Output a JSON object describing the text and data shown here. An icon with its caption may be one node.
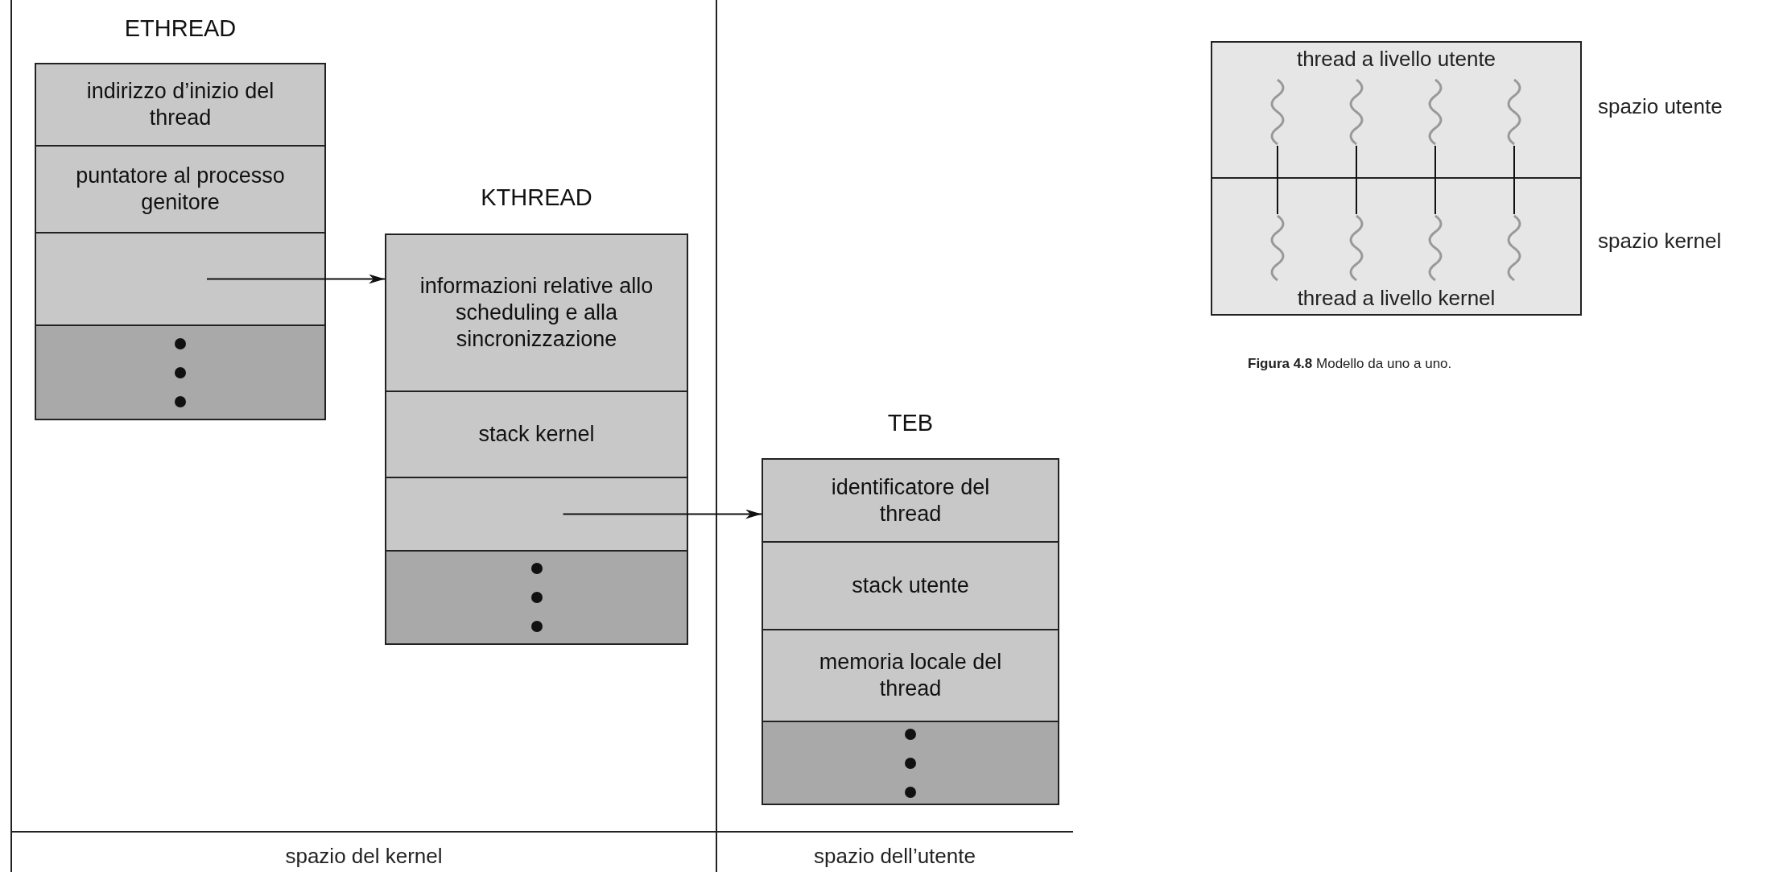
{
  "diagram": {
    "caption": "**Figura 4.8** Modello da uno a uno.",
    "nodes": [
      {
        "text": [
          "ETHREAD"
        ]
      },
      {
        "text": [
          "indirizzo d’inizio del thread"
        ],
        "in": 0
      },
      {
        "text": [
          "puntatore al processo genitore"
        ],
        "in": 0
      },
      {
        "text": [],
        "shape": "box",
        "in": 0
      },
      {
        "text": [],
        "shape": "box",
        "in": 0
      },
      {
        "text": [
          "KTHREAD"
        ]
      },
      {
        "text": [
          "informazioni relative allo scheduling e alla sincronizzazione"
        ],
        "in": 5
      },
      {
        "text": [
          "stack kernel"
        ],
        "in": 5
      },
      {
        "text": [],
        "shape": "box",
        "in": 5
      },
      {
        "text": [],
        "shape": "box",
        "in": 5
      },
      {
        "text": [
          "TEB"
        ]
      },
      {
        "text": [
          "identificatore del thread"
        ],
        "in": 10
      },
      {
        "text": [
          "stack utente"
        ],
        "in": 10
      },
      {
        "text": [
          "memoria locale del thread"
        ],
        "in": 10
      },
      {
        "text": [],
        "shape": "box",
        "in": 10
      },
      {
        "text": [
          "thread a livello utente"
        ],
        "beside": [
          "spazio utente"
        ]
      },
      {
        "text": [
          "thread a livello kernel"
        ],
        "beside": [
          "spazio kernel"
        ]
      },
      {
        "text": [],
        "shape": "squiggle",
        "in": 15
      },
      {
        "text": [],
        "shape": "squiggle",
        "in": 15
      },
      {
        "text": [],
        "shape": "squiggle",
        "in": 15
      },
      {
        "text": [],
        "shape": "squiggle",
        "in": 15
      },
      {
        "text": [],
        "shape": "squiggle",
        "in": 16
      },
      {
        "text": [],
        "shape": "squiggle",
        "in": 16
      },
      {
        "text": [],
        "shape": "squiggle",
        "in": 16
      },
      {
        "text": [],
        "shape": "squiggle",
        "in": 16
      }
    ],
    "edges": [
      {
        "from": 3,
        "to": 6,
        "arrow": "to"
      },
      {
        "from": 8,
        "to": 11,
        "arrow": "to"
      },
      {
        "from": 17,
        "to": 21,
        "arrow": "none"
      },
      {
        "from": 18,
        "to": 22,
        "arrow": "none"
      },
      {
        "from": 19,
        "to": 23,
        "arrow": "none"
      },
      {
        "from": 20,
        "to": 24,
        "arrow": "none"
      }
    ],
    "labels": [
      "spazio del kernel",
      "spazio dell’utente"
    ]
  }
}
